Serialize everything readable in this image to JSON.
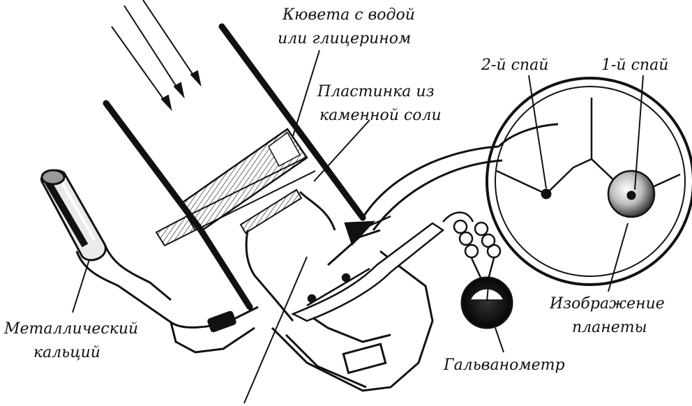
{
  "labels": {
    "cuvette_line1": "Кювета с водой",
    "cuvette_line2": "или глицерином",
    "plate_line1": "Пластинка из",
    "plate_line2": "каменной соли",
    "junction2": "2-й спай",
    "junction1": "1-й спай",
    "planet_line1": "Изображение",
    "planet_line2": "планеты",
    "calcium_line1": "Металлический",
    "calcium_line2": "кальций",
    "galvanometer": "Гальванометр"
  },
  "colors": {
    "ink": "#111111",
    "paper": "#ffffff"
  }
}
